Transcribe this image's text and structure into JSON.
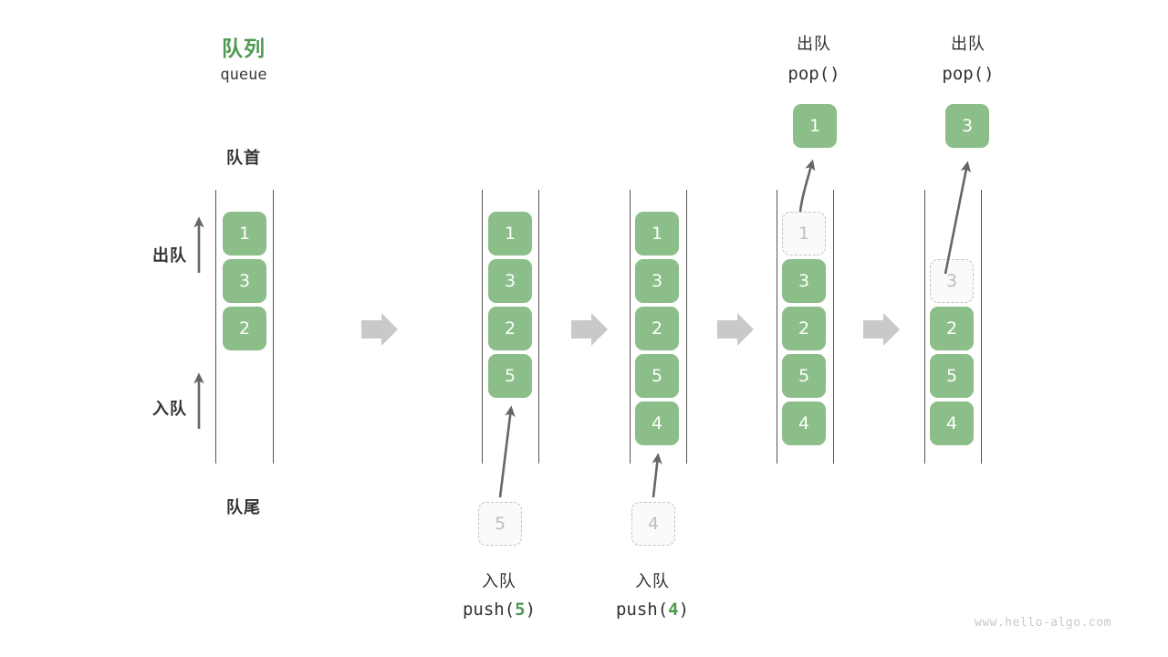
{
  "diagram": {
    "title_cn": "队列",
    "title_en": "queue",
    "front_label": "队首",
    "rear_label": "队尾",
    "dequeue_label": "出队",
    "enqueue_label": "入队",
    "watermark": "www.hello-algo.com",
    "accent_color": "#4E9A53",
    "element_color": "#8BBE88",
    "ghost_color": "#BDBDBD",
    "arrow_color": "#C9C9C9"
  },
  "columns": [
    {
      "id": "initial",
      "cells": [
        {
          "value": "1",
          "state": "filled"
        },
        {
          "value": "3",
          "state": "filled"
        },
        {
          "value": "2",
          "state": "filled"
        }
      ]
    },
    {
      "id": "after-push-5",
      "cells": [
        {
          "value": "1",
          "state": "filled"
        },
        {
          "value": "3",
          "state": "filled"
        },
        {
          "value": "2",
          "state": "filled"
        },
        {
          "value": "5",
          "state": "filled"
        }
      ],
      "incoming": {
        "value": "5",
        "state": "ghost"
      },
      "op_cn": "入队",
      "op_code_prefix": "push(",
      "op_code_arg": "5",
      "op_code_suffix": ")"
    },
    {
      "id": "after-push-4",
      "cells": [
        {
          "value": "1",
          "state": "filled"
        },
        {
          "value": "3",
          "state": "filled"
        },
        {
          "value": "2",
          "state": "filled"
        },
        {
          "value": "5",
          "state": "filled"
        },
        {
          "value": "4",
          "state": "filled"
        }
      ],
      "incoming": {
        "value": "4",
        "state": "ghost"
      },
      "op_cn": "入队",
      "op_code_prefix": "push(",
      "op_code_arg": "4",
      "op_code_suffix": ")"
    },
    {
      "id": "after-pop-1",
      "cells": [
        {
          "value": "1",
          "state": "ghost"
        },
        {
          "value": "3",
          "state": "filled"
        },
        {
          "value": "2",
          "state": "filled"
        },
        {
          "value": "5",
          "state": "filled"
        },
        {
          "value": "4",
          "state": "filled"
        }
      ],
      "outgoing": {
        "value": "1",
        "state": "filled"
      },
      "op_cn": "出队",
      "op_code": "pop()"
    },
    {
      "id": "after-pop-3",
      "cells": [
        {
          "value": "3",
          "state": "ghost"
        },
        {
          "value": "2",
          "state": "filled"
        },
        {
          "value": "5",
          "state": "filled"
        },
        {
          "value": "4",
          "state": "filled"
        }
      ],
      "outgoing": {
        "value": "3",
        "state": "filled"
      },
      "op_cn": "出队",
      "op_code": "pop()"
    }
  ]
}
